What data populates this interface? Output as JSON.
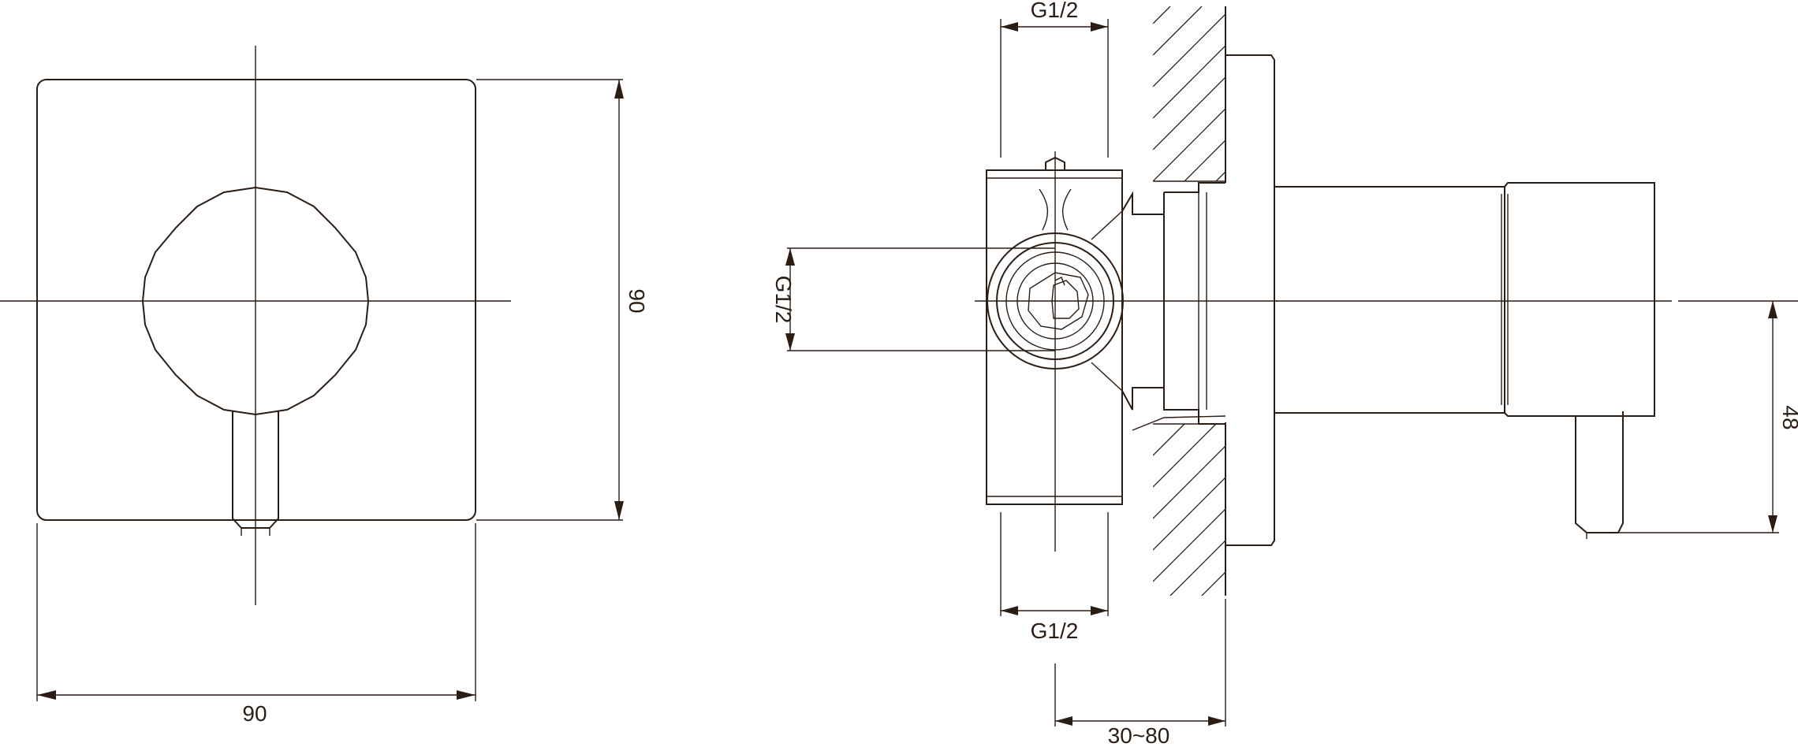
{
  "front_view": {
    "width_label": "90",
    "height_label": "90"
  },
  "side_view": {
    "top_inlet_label": "G1/2",
    "bottom_outlet_label": "G1/2",
    "side_port_label": "G1/2",
    "depth_range_label": "30~80",
    "handle_drop_label": "48"
  },
  "colors": {
    "line": "#2b1d14",
    "background": "#ffffff"
  }
}
